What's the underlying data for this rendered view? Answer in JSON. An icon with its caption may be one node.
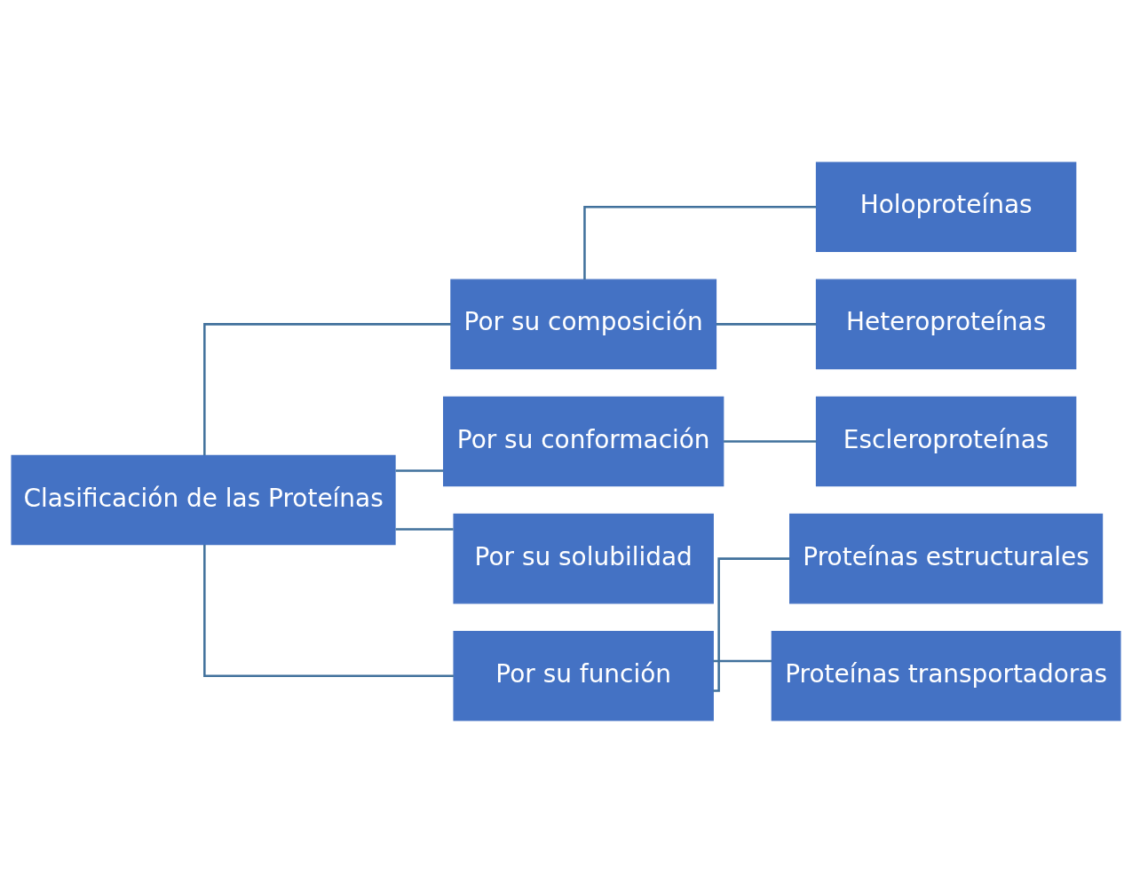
{
  "diagram": {
    "nodes": [
      {
        "text": [
          "Clasificación de las Proteínas"
        ]
      },
      {
        "text": [
          "Por su composición"
        ]
      },
      {
        "text": [
          "Holoproteínas"
        ]
      },
      {
        "text": [
          "Heteroproteínas"
        ]
      },
      {
        "text": [
          "Por su conformación"
        ]
      },
      {
        "text": [
          "Escleroproteínas"
        ]
      },
      {
        "text": [
          "Por su solubilidad"
        ]
      },
      {
        "text": [
          "Por su función"
        ]
      },
      {
        "text": [
          "Proteínas estructurales"
        ]
      },
      {
        "text": [
          "Proteínas transportadoras"
        ]
      }
    ],
    "edges": [
      {
        "from": 0,
        "to": 1,
        "arrow": "none"
      },
      {
        "from": 0,
        "to": 4,
        "arrow": "none"
      },
      {
        "from": 0,
        "to": 6,
        "arrow": "none"
      },
      {
        "from": 0,
        "to": 7,
        "arrow": "none"
      },
      {
        "from": 1,
        "to": 2,
        "arrow": "none"
      },
      {
        "from": 1,
        "to": 3,
        "arrow": "none"
      },
      {
        "from": 4,
        "to": 5,
        "arrow": "none"
      },
      {
        "from": 7,
        "to": 8,
        "arrow": "none"
      },
      {
        "from": 7,
        "to": 9,
        "arrow": "none"
      }
    ]
  }
}
